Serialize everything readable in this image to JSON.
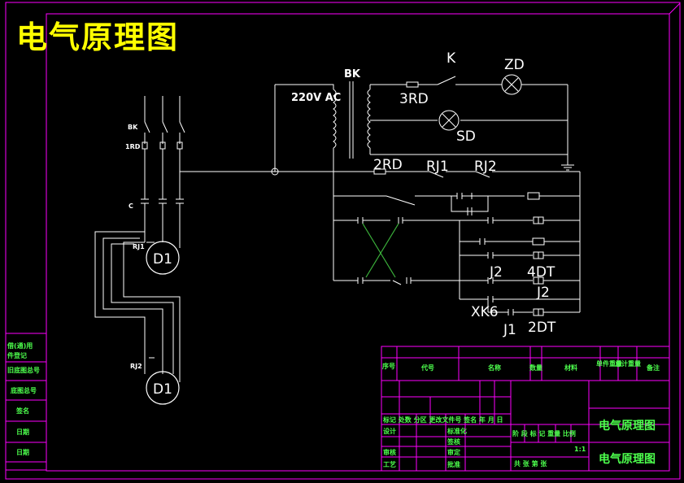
{
  "title": "电气原理图",
  "transformer": {
    "label": "BK",
    "voltage": "220V AC"
  },
  "switch_label": "K",
  "fuse_3rd": "3RD",
  "lamp_zd": "ZD",
  "lamp_sd": "SD",
  "fuse_2rd": "2RD",
  "relay_rj1": "RJ1",
  "relay_rj2": "RJ2",
  "left_labels": {
    "bk": "BK",
    "rd1": "1RD",
    "c": "C",
    "rj1": "RJ1",
    "rj2": "RJ2"
  },
  "motors": [
    "D1",
    "D1"
  ],
  "control_labels": {
    "j2_a": "J2",
    "dt4": "4DT",
    "j2_b": "J2",
    "xk6": "XK6",
    "j1": "J1",
    "dt2": "2DT"
  },
  "side_panel": [
    "借(通)用",
    "件登记",
    "旧底图总号",
    "底图总号",
    "签名",
    "日期",
    "日期"
  ],
  "title_block": {
    "headers": {
      "seq": "序号",
      "code": "代号",
      "name": "名称",
      "qty": "数量",
      "material": "材料",
      "unit_weight": "单件重量",
      "total_weight": "总计重量",
      "note": "备注"
    },
    "rev_row": "标记 处数 分区 更改文件号 签名 年 月 日",
    "design": "设计",
    "std": "标准化",
    "review": "审核",
    "craft": "工艺",
    "approve": "批准",
    "sign1": "签核",
    "sign2": "审定",
    "stage_cols": "阶 段 标 记 重量 比例",
    "scale": "1:1",
    "sheets": "共 张 第 张",
    "drawing_name": "电气原理图",
    "drawing_no": "电气原理图"
  }
}
